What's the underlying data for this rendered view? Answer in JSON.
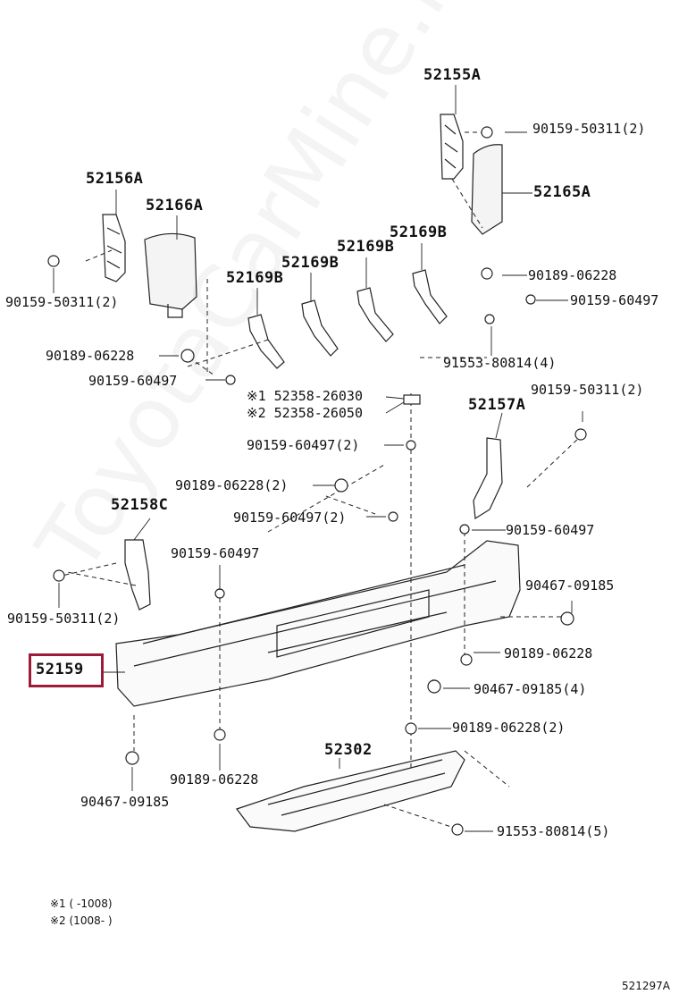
{
  "diagram_code": "521297A",
  "watermark": "ToyotaCarMine.ru",
  "highlighted_part": "52159",
  "footnotes": {
    "note1": "※1 (      -1008)",
    "note2": "※2 (1008-       )"
  },
  "parts": {
    "p52155A": "52155A",
    "p52156A": "52156A",
    "p52166A": "52166A",
    "p52165A": "52165A",
    "p52169B_1": "52169B",
    "p52169B_2": "52169B",
    "p52169B_3": "52169B",
    "p52169B_4": "52169B",
    "p52157A": "52157A",
    "p52158C": "52158C",
    "p52159": "52159",
    "p52302": "52302"
  },
  "fasteners": {
    "f1": "90159-50311(2)",
    "f2": "90189-06228",
    "f3": "90159-60497",
    "f4": "91553-80814(4)",
    "f5": "90159-50311(2)",
    "f6": "90189-06228",
    "f7": "90159-60497",
    "f8": "※1 52358-26030",
    "f9": "※2 52358-26050",
    "f10": "90159-60497(2)",
    "f11": "90159-50311(2)",
    "f12": "90189-06228(2)",
    "f13": "90159-60497(2)",
    "f14": "90159-60497",
    "f15": "90159-60497",
    "f16": "90467-09185",
    "f17": "90159-50311(2)",
    "f18": "90189-06228",
    "f19": "90467-09185(4)",
    "f20": "90189-06228(2)",
    "f21": "90189-06228",
    "f22": "90467-09185",
    "f23": "91553-80814(5)"
  }
}
